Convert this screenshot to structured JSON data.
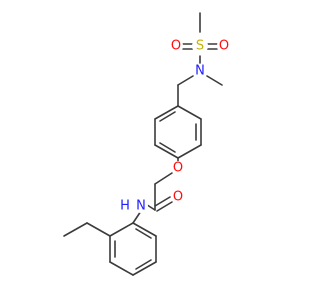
{
  "atoms": {
    "s": {
      "label": "S",
      "color": "#c8b400"
    },
    "o_sulfonyl_left": {
      "label": "O",
      "color": "#ff0d0d"
    },
    "o_sulfonyl_right": {
      "label": "O",
      "color": "#ff0d0d"
    },
    "n_sulfonamide": {
      "label": "N",
      "color": "#2020ff"
    },
    "o_ether": {
      "label": "O",
      "color": "#ff0d0d"
    },
    "o_carbonyl": {
      "label": "O",
      "color": "#ff0d0d"
    },
    "nh_amide": {
      "label": "H",
      "color": "#2020ff"
    },
    "n_amide": {
      "label": "N",
      "color": "#2020ff"
    }
  },
  "colors": {
    "bond": "#3b3b3b",
    "background": "#ffffff"
  }
}
